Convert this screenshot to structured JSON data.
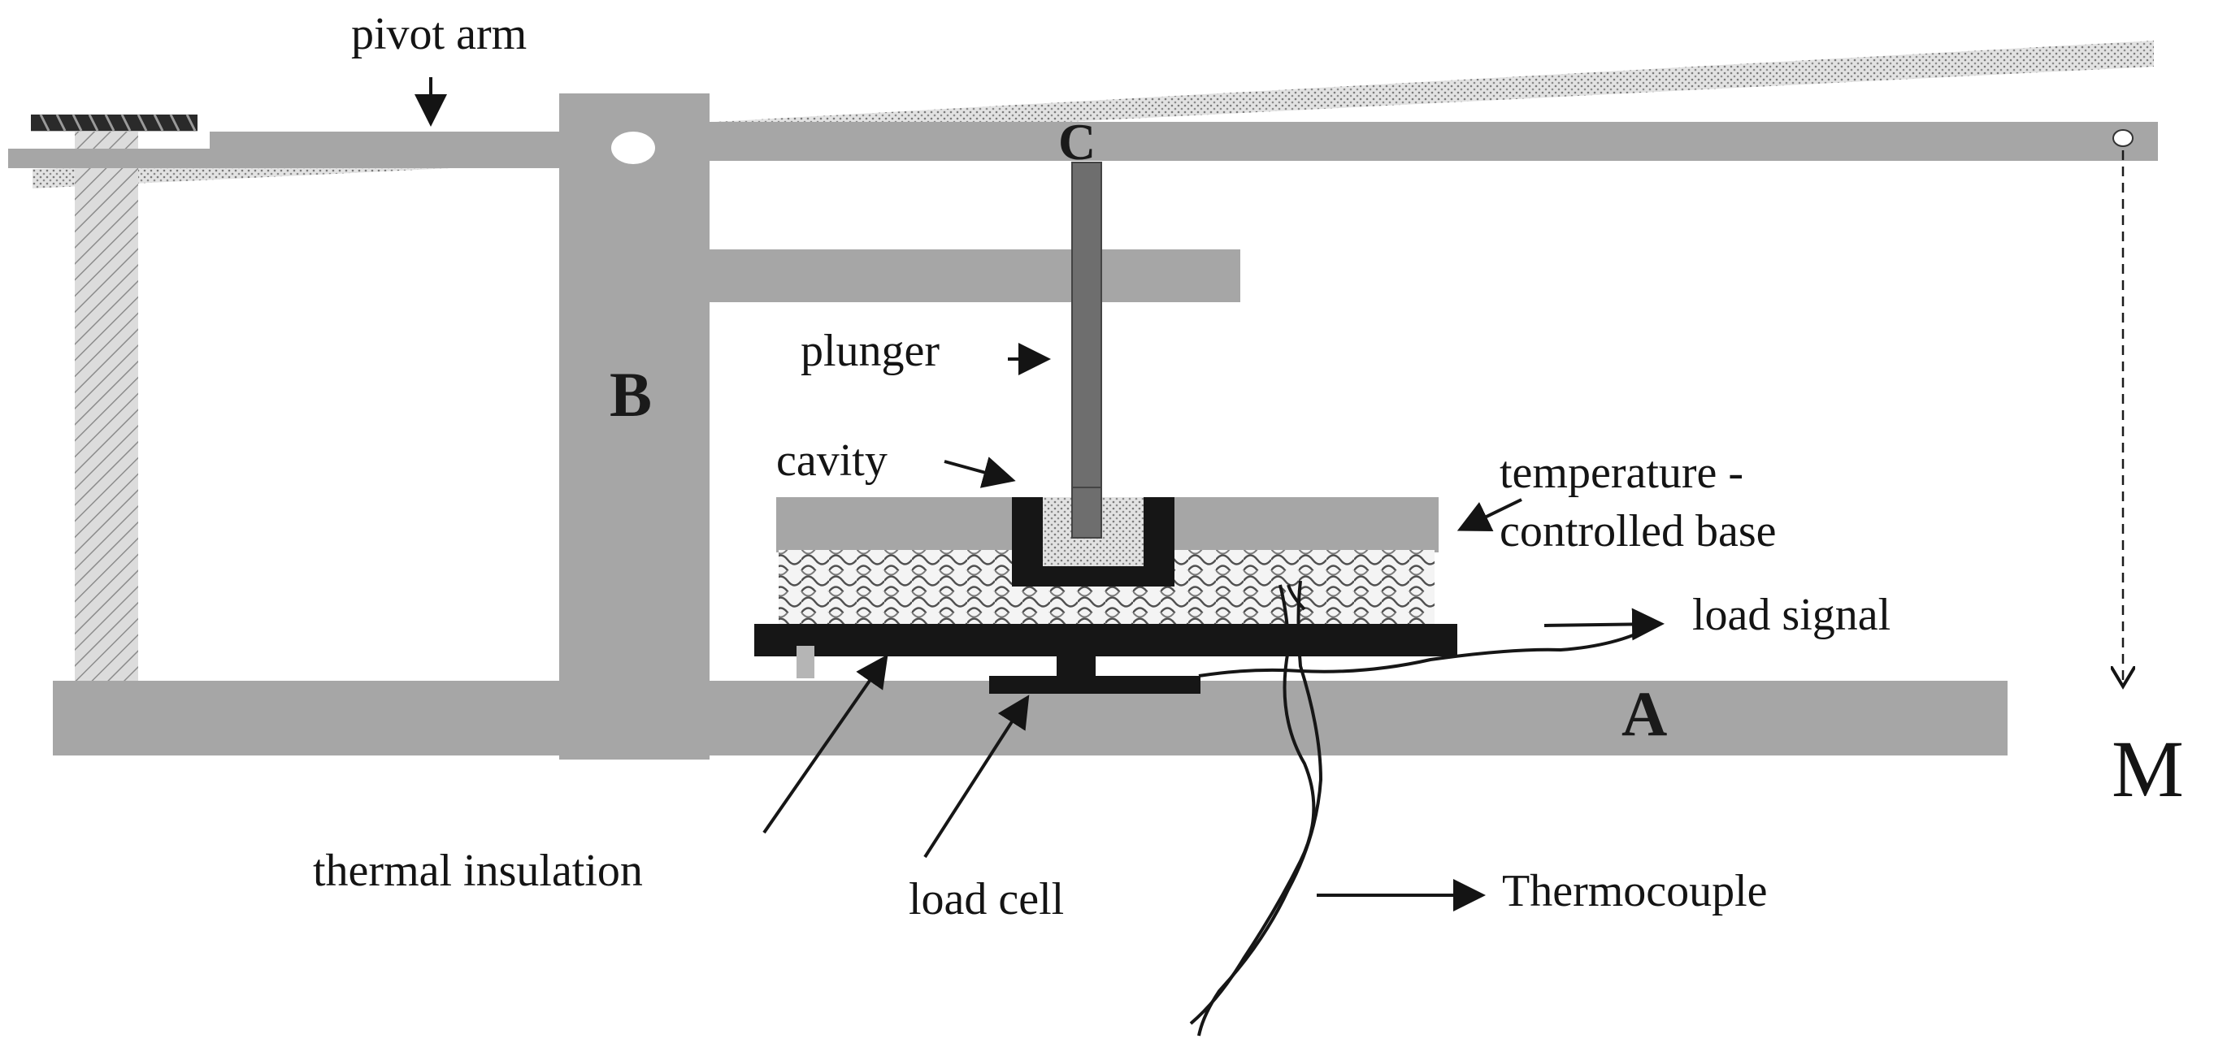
{
  "labels": {
    "pivot_arm": "pivot arm",
    "b": "B",
    "c": "C",
    "plunger": "plunger",
    "cavity": "cavity",
    "temperature_line1": "temperature -",
    "temperature_line2": "controlled base",
    "load_signal": "load signal",
    "a": "A",
    "m": "M",
    "thermal_insulation": "thermal insulation",
    "load_cell": "load cell",
    "thermocouple": "Thermocouple"
  },
  "colors": {
    "frame_gray": "#a6a6a6",
    "dark": "#161616",
    "plunger": "#6e6e6e",
    "stipple": "#d2d2d2"
  }
}
